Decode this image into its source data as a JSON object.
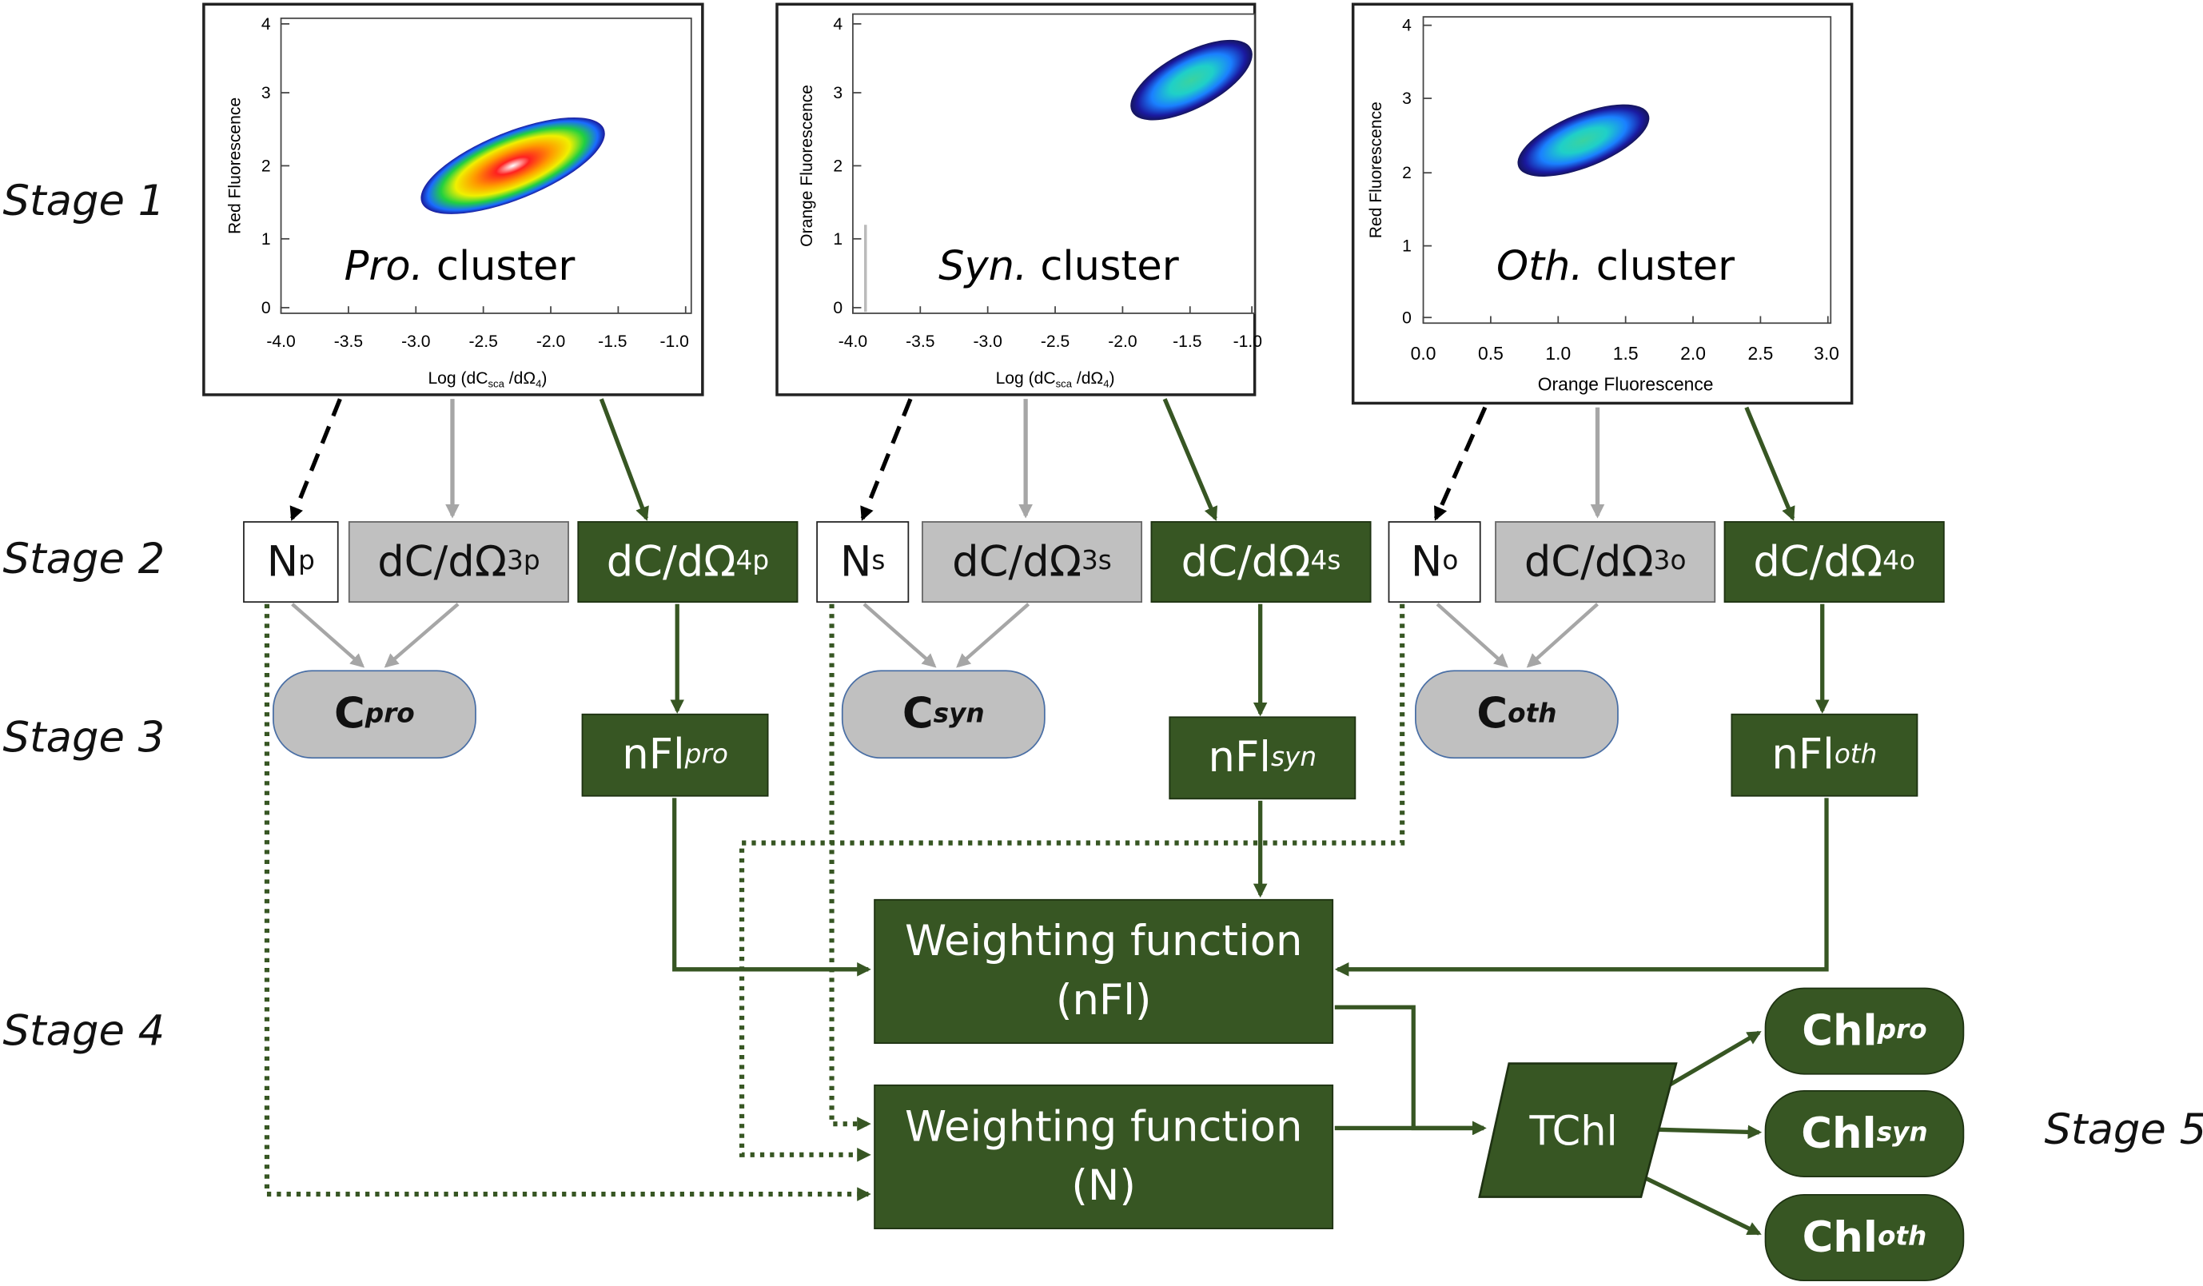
{
  "stages": [
    "Stage 1",
    "Stage 2",
    "Stage 3",
    "Stage 4",
    "Stage 5"
  ],
  "panels": [
    {
      "cluster_em": "Pro.",
      "cluster_rest": " cluster",
      "ylabel": "Red Fluorescence",
      "xlabel": "Log (dC",
      "xlabel_sub": "sca",
      "xlabel_mid": " /dΩ",
      "xlabel_sub2": "4",
      "xlabel_end": ")",
      "yticks": [
        "4",
        "3",
        "2",
        "1",
        "0"
      ],
      "xticks": [
        "-4.0",
        "-3.5",
        "-3.0",
        "-2.5",
        "-2.0",
        "-1.5",
        "-1.0"
      ]
    },
    {
      "cluster_em": "Syn.",
      "cluster_rest": " cluster",
      "ylabel": "Orange Fluorescence",
      "xlabel": "Log (dC",
      "xlabel_sub": "sca",
      "xlabel_mid": " /dΩ",
      "xlabel_sub2": "4",
      "xlabel_end": ")",
      "yticks": [
        "4",
        "3",
        "2",
        "1",
        "0"
      ],
      "xticks": [
        "-4.0",
        "-3.5",
        "-3.0",
        "-2.5",
        "-2.0",
        "-1.5",
        "-1.0"
      ]
    },
    {
      "cluster_em": "Oth.",
      "cluster_rest": " cluster",
      "ylabel": "Red Fluorescence",
      "xlabel": "Orange Fluorescence",
      "xlabel_sub": "",
      "xlabel_mid": "",
      "xlabel_sub2": "",
      "xlabel_end": "",
      "yticks": [
        "4",
        "3",
        "2",
        "1",
        "0"
      ],
      "xticks": [
        "0.0",
        "0.5",
        "1.0",
        "1.5",
        "2.0",
        "2.5",
        "3.0"
      ]
    }
  ],
  "stage2": {
    "np": {
      "main": "N",
      "sub": "p"
    },
    "ns": {
      "main": "N",
      "sub": "s"
    },
    "no": {
      "main": "N",
      "sub": "o"
    },
    "d3p": {
      "main": "dC/dΩ",
      "sub": "3p"
    },
    "d3s": {
      "main": "dC/dΩ",
      "sub": "3s"
    },
    "d3o": {
      "main": "dC/dΩ",
      "sub": "3o"
    },
    "d4p": {
      "main": "dC/dΩ",
      "sub": "4p"
    },
    "d4s": {
      "main": "dC/dΩ",
      "sub": "4s"
    },
    "d4o": {
      "main": "dC/dΩ",
      "sub": "4o"
    }
  },
  "stage3": {
    "cpro": {
      "main": "C",
      "sub": "pro"
    },
    "csyn": {
      "main": "C",
      "sub": "syn"
    },
    "coth": {
      "main": "C",
      "sub": "oth"
    },
    "nflpro": {
      "main": "nFl",
      "sub": "pro"
    },
    "nflsyn": {
      "main": "nFl",
      "sub": "syn"
    },
    "nfloth": {
      "main": "nFl",
      "sub": "oth"
    }
  },
  "stage4": {
    "wf_nfl": {
      "line1": "Weighting function",
      "line2": "(nFl)"
    },
    "wf_n": {
      "line1": "Weighting function",
      "line2": "(N)"
    },
    "tchl": "TChl"
  },
  "stage5": {
    "chlpro": {
      "main": "Chl",
      "sub": "pro"
    },
    "chlsyn": {
      "main": "Chl",
      "sub": "syn"
    },
    "chloth": {
      "main": "Chl",
      "sub": "oth"
    }
  },
  "colors": {
    "dark_green": "#375623",
    "grey_box": "#c0c0c0",
    "grey_arrow": "#a6a6a6",
    "black": "#000000"
  }
}
